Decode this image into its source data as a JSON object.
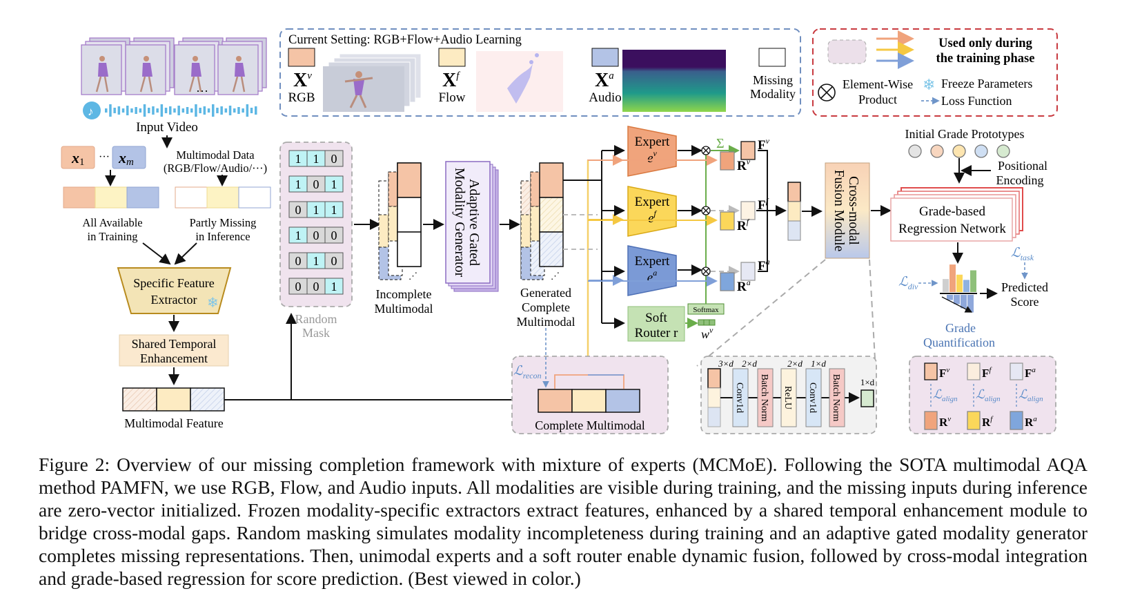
{
  "figure": {
    "input": {
      "title": "Input Video",
      "ellipsis": "···",
      "music_icon": "music-note-icon",
      "multimodal_data": [
        "Multimodal Data",
        "(RGB/Flow/Audio/···)"
      ],
      "x1": "x",
      "x1_sub": "1",
      "xm": "x",
      "xm_sub": "m",
      "dots": "···",
      "all_available": [
        "All Available",
        "in Training"
      ],
      "partly_missing": [
        "Partly Missing",
        "in Inference"
      ],
      "extractor": [
        "Specific Feature",
        "Extractor"
      ],
      "shared_temporal": [
        "Shared Temporal",
        "Enhancement"
      ],
      "multimodal_feature": "Multimodal Feature"
    },
    "setting": {
      "title": "Current Setting: RGB+Flow+Audio Learning",
      "rgb": {
        "symbol": "X",
        "sup": "v",
        "label": "RGB",
        "color": "#f5c4a6"
      },
      "flow": {
        "symbol": "X",
        "sup": "f",
        "label": "Flow",
        "color": "#fdebc2"
      },
      "audio": {
        "symbol": "X",
        "sup": "a",
        "label": "Audio",
        "color": "#b3c3e6"
      },
      "missing": [
        "Missing",
        "Modality"
      ]
    },
    "legend": {
      "training_only": [
        "Used only during",
        "the training phase"
      ],
      "element_wise": [
        "Element-Wise",
        "Product"
      ],
      "freeze": "Freeze Parameters",
      "loss": "Loss Function",
      "arrow_colors": [
        "#f0a37c",
        "#f5c842",
        "#7f9fd8"
      ]
    },
    "random_mask": {
      "label": [
        "Random",
        "Mask"
      ],
      "rows": [
        [
          1,
          1,
          0
        ],
        [
          1,
          0,
          1
        ],
        [
          0,
          1,
          1
        ],
        [
          1,
          0,
          0
        ],
        [
          0,
          1,
          0
        ],
        [
          0,
          0,
          1
        ]
      ]
    },
    "incomplete": [
      "Incomplete",
      "Multimodal"
    ],
    "generator": [
      "Adaptive Gated",
      "Modality Generator"
    ],
    "generated": [
      "Generated",
      "Complete",
      "Multimodal"
    ],
    "experts": [
      {
        "label": "Expert",
        "sym": "e",
        "sup": "v",
        "color": "#f0a47c",
        "stroke": "#d9783f"
      },
      {
        "label": "Expert",
        "sym": "e",
        "sup": "f",
        "color": "#fbd75a",
        "stroke": "#d9a814"
      },
      {
        "label": "Expert",
        "sym": "e",
        "sup": "a",
        "color": "#7b9ad6",
        "stroke": "#4d6fb5"
      }
    ],
    "router": {
      "label": [
        "Soft",
        "Router r"
      ],
      "softmax": "Softmax",
      "weight": "w",
      "weight_sup": "v"
    },
    "sigma": "Σ",
    "fused": [
      {
        "F": "F",
        "Fsup": "v",
        "R": "R",
        "Rsup": "v"
      },
      {
        "F": "F",
        "Fsup": "f",
        "R": "R",
        "Rsup": "f"
      },
      {
        "F": "F",
        "Fsup": "a",
        "R": "R",
        "Rsup": "a"
      }
    ],
    "cross_modal": [
      "Cross-modal",
      "Fusion Module"
    ],
    "prototypes": {
      "title": "Initial Grade Prototypes",
      "colors": [
        "#e4e4e4",
        "#f8d6bf",
        "#fde5b0",
        "#cfdff3",
        "#d6ead0"
      ]
    },
    "positional": [
      "Positional",
      "Encoding"
    ],
    "grade_network": [
      "Grade-based",
      "Regression Network"
    ],
    "loss_task": {
      "L": "ℒ",
      "sub": "task"
    },
    "loss_div": {
      "L": "ℒ",
      "sub": "div"
    },
    "loss_recon": {
      "L": "ℒ",
      "sub": "recon"
    },
    "loss_align": {
      "L": "ℒ",
      "sub": "align"
    },
    "predicted": [
      "Predicted",
      "Score"
    ],
    "grade_quant": [
      "Grade",
      "Quantification"
    ],
    "complete_multimodal": "Complete Multimodal",
    "fusion_detail": {
      "dims_top": [
        "3×d",
        "2×d",
        "2×d",
        "1×d"
      ],
      "out_dim": "1×d",
      "layers": [
        "Conv1d",
        "Batch Norm",
        "ReLU",
        "Conv1d",
        "Batch Norm"
      ]
    },
    "grade_bars": {
      "up": [
        0.45,
        0.95,
        0.6,
        0.42,
        0.75
      ],
      "down": [
        0.25,
        0.45,
        0.65,
        0.85
      ]
    }
  },
  "caption": "Figure 2: Overview of our missing completion framework with mixture of experts (MCMoE). Following the SOTA multimodal AQA method PAMFN, we use RGB, Flow, and Audio inputs. All modalities are visible during training, and the missing inputs during inference are zero-vector initialized. Frozen modality-specific extractors extract features, enhanced by a shared temporal enhancement module to bridge cross-modal gaps. Random masking simulates modality incompleteness during training and an adaptive gated modality generator completes missing representations. Then, unimodal experts and a soft router enable dynamic fusion, followed by cross-modal integration and grade-based regression for score prediction. (Best viewed in color.)"
}
